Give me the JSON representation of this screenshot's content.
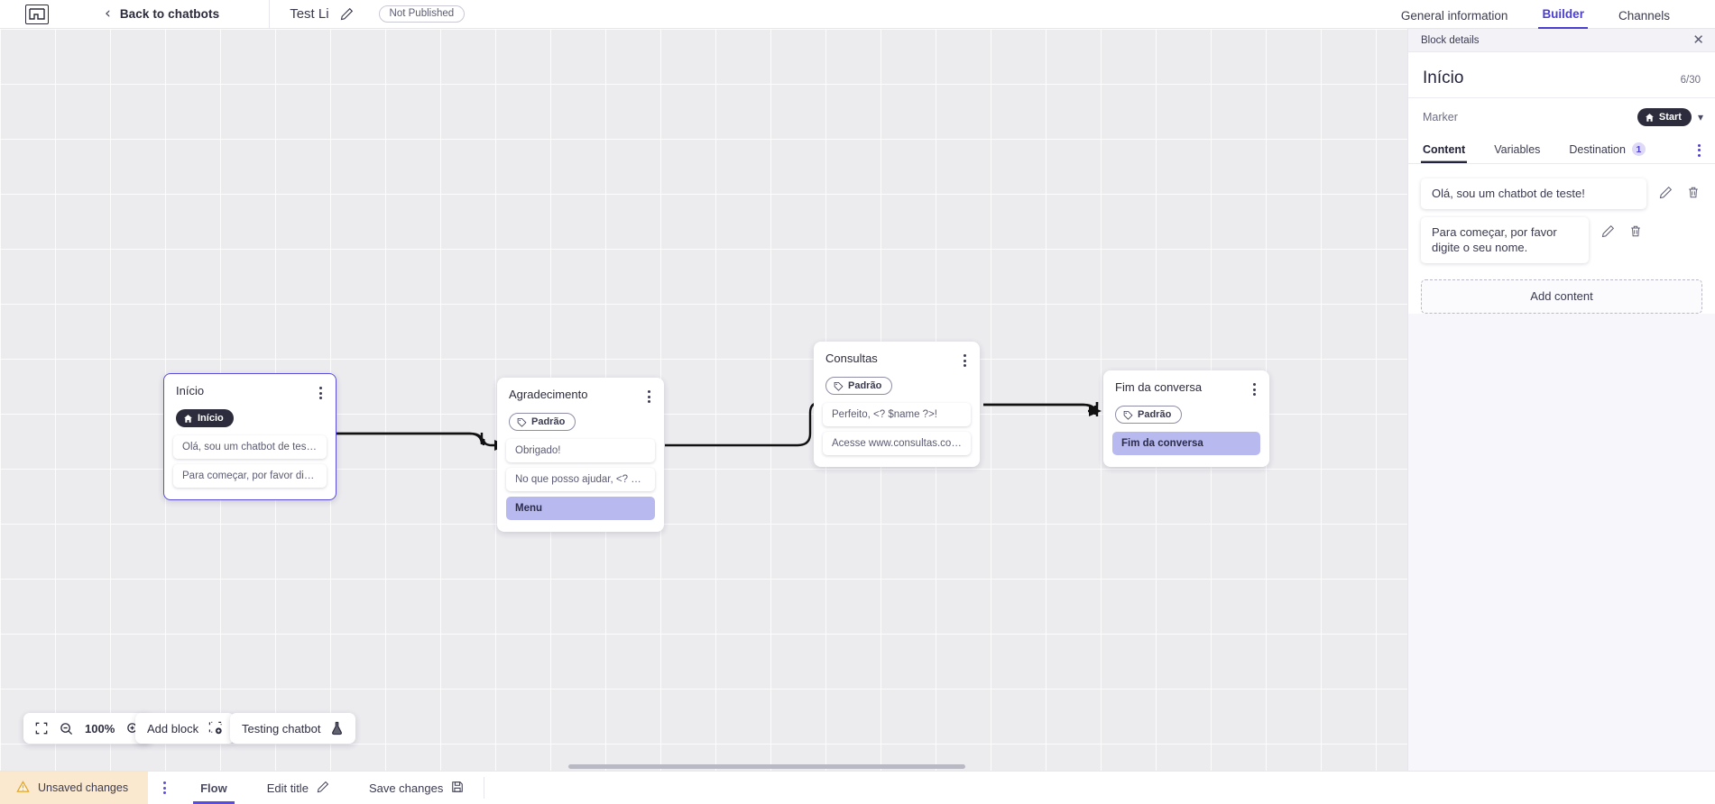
{
  "topbar": {
    "logo_name": "vta-logo",
    "back_label": "Back to chatbots",
    "bot_title": "Test Li",
    "edit_icon": "pencil-icon",
    "status_pill": "Not Published",
    "tabs": [
      {
        "label": "General information",
        "active": false
      },
      {
        "label": "Builder",
        "active": true
      },
      {
        "label": "Channels",
        "active": false
      }
    ]
  },
  "canvas": {
    "nodes": [
      {
        "id": "inicio",
        "title": "Início",
        "badge": "Início",
        "badge_type": "start",
        "badge_icon": "home-icon",
        "selected": true,
        "messages": [
          {
            "text": "Olá, sou um chatbot de teste!",
            "highlight": false
          },
          {
            "text": "Para começar, por favor digite o ...",
            "highlight": false
          }
        ]
      },
      {
        "id": "agradecimento",
        "title": "Agradecimento",
        "badge": "Padrão",
        "badge_type": "default",
        "badge_icon": "tag-icon",
        "selected": false,
        "messages": [
          {
            "text": "Obrigado!",
            "highlight": false
          },
          {
            "text": "No que posso ajudar, <? $name ...",
            "highlight": false
          },
          {
            "text": "Menu",
            "highlight": true
          }
        ]
      },
      {
        "id": "consultas",
        "title": "Consultas",
        "badge": "Padrão",
        "badge_type": "default",
        "badge_icon": "tag-icon",
        "selected": false,
        "messages": [
          {
            "text": "Perfeito, <? $name ?>!",
            "highlight": false
          },
          {
            "text": "Acesse www.consultas.com par...",
            "highlight": false
          }
        ]
      },
      {
        "id": "fim-da-conversa",
        "title": "Fim da conversa",
        "badge": "Padrão",
        "badge_type": "default",
        "badge_icon": "tag-icon",
        "selected": false,
        "messages": [
          {
            "text": "Fim da conversa",
            "highlight": true
          }
        ]
      }
    ],
    "toolbar": {
      "fit_icon": "fit-screen-icon",
      "zoom_out_icon": "zoom-out-icon",
      "zoom_level": "100%",
      "zoom_in_icon": "zoom-in-icon",
      "add_block_label": "Add block",
      "add_block_icon": "add-block-icon",
      "testing_label": "Testing chatbot",
      "testing_icon": "flask-icon"
    }
  },
  "panel": {
    "header_title": "Block details",
    "close_icon": "close-icon",
    "block_title": "Início",
    "char_count": "6/30",
    "marker_label": "Marker",
    "marker_value": "Start",
    "marker_icon": "home-icon",
    "marker_chevron": "chevron-down-icon",
    "tabs": [
      {
        "label": "Content",
        "active": true,
        "badge": ""
      },
      {
        "label": "Variables",
        "active": false,
        "badge": ""
      },
      {
        "label": "Destination",
        "active": false,
        "badge": "1"
      }
    ],
    "contents": [
      {
        "text": "Olá, sou um chatbot de teste!",
        "edit_icon": "pencil-icon",
        "delete_icon": "trash-icon"
      },
      {
        "text": "Para começar, por favor digite o seu nome.",
        "edit_icon": "pencil-icon",
        "delete_icon": "trash-icon"
      }
    ],
    "add_content_label": "Add content"
  },
  "bottombar": {
    "unsaved_label": "Unsaved changes",
    "warning_icon": "warning-triangle-icon",
    "kebab_icon": "kebab-menu-icon",
    "items": [
      {
        "label": "Flow",
        "active": true,
        "icon": ""
      },
      {
        "label": "Edit title",
        "active": false,
        "icon": "pencil-icon"
      },
      {
        "label": "Save changes",
        "active": false,
        "icon": "save-disk-icon"
      }
    ]
  },
  "colors": {
    "accent": "#4b3fd0",
    "node_selected_border": "#5a4ddb",
    "highlight_msg_bg": "#b7b9ef",
    "unsaved_bg": "#fbe9cf",
    "canvas_bg": "#ececef"
  }
}
